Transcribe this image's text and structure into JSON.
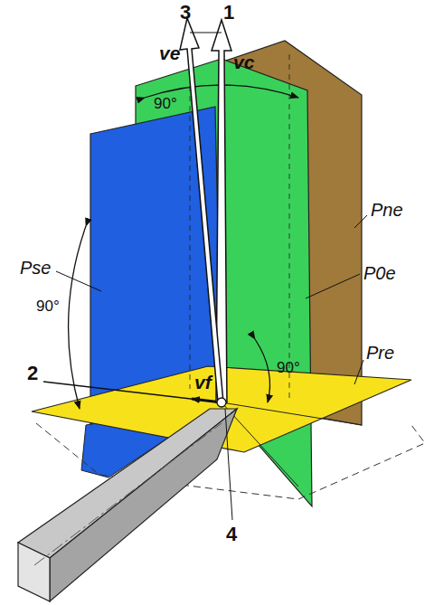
{
  "diagram": {
    "labels": [
      "3",
      "1",
      "ve",
      "vc",
      "90°",
      "Pne",
      "P0e",
      "Pse",
      "90°",
      "Pre",
      "vf",
      "90°",
      "2",
      "4"
    ]
  }
}
